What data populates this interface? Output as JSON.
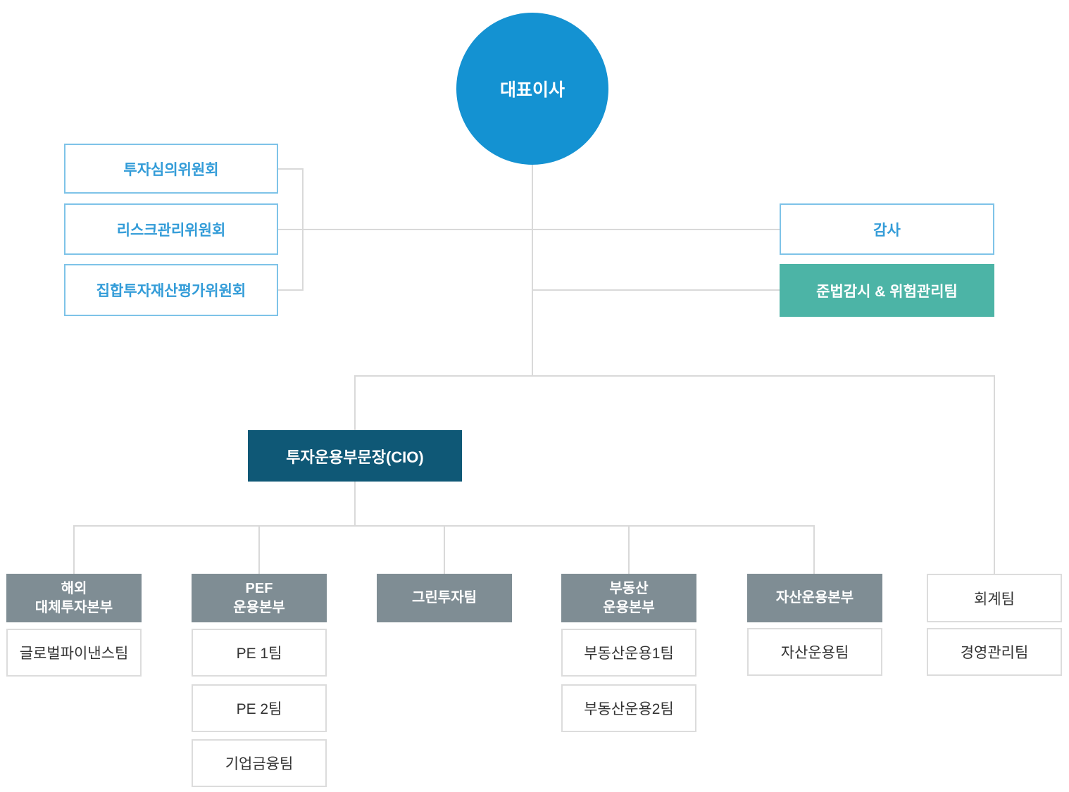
{
  "colors": {
    "ceo_circle_blue": "#1492d2",
    "committee_border_blue": "#7ec3e8",
    "committee_text_blue": "#339cd8",
    "compliance_teal": "#4cb4a6",
    "cio_navy": "#0f5876",
    "division_slate_gray": "#7f8d94",
    "connector_gray": "#d9d9d9",
    "team_text_dark": "#333333"
  },
  "nodes": {
    "ceo": "대표이사",
    "committees": [
      "투자심의위원회",
      "리스크관리위원회",
      "집합투자재산평가위원회"
    ],
    "audit": "감사",
    "compliance": "준법감시 & 위험관리팀",
    "cio": "투자운용부문장(CIO)",
    "divisions": [
      {
        "name": "해외\n대체투자본부",
        "teams": [
          "글로벌파이낸스팀"
        ]
      },
      {
        "name": "PEF\n운용본부",
        "teams": [
          "PE 1팀",
          "PE 2팀",
          "기업금융팀"
        ]
      },
      {
        "name": "그린투자팀",
        "teams": []
      },
      {
        "name": "부동산\n운용본부",
        "teams": [
          "부동산운용1팀",
          "부동산운용2팀"
        ]
      },
      {
        "name": "자산운용본부",
        "teams": [
          "자산운용팀"
        ]
      },
      {
        "name": "회계팀",
        "teams": [
          "경영관리팀"
        ]
      }
    ]
  }
}
